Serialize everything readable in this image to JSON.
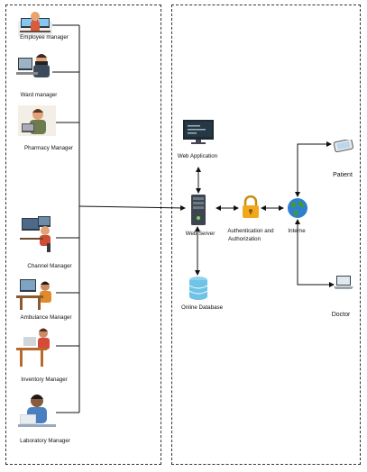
{
  "left_panel": {
    "roles": [
      {
        "label": "Employee manager",
        "icon": "employee-manager-icon"
      },
      {
        "label": "Ward manager",
        "icon": "ward-manager-icon"
      },
      {
        "label": "Pharmacy Manager",
        "icon": "pharmacy-manager-icon"
      },
      {
        "label": "Channel Manager",
        "icon": "channel-manager-icon"
      },
      {
        "label": "Ambulance Manager",
        "icon": "ambulance-manager-icon"
      },
      {
        "label": "Inventory Manager",
        "icon": "inventory-manager-icon"
      },
      {
        "label": "Laboratory Manager",
        "icon": "laboratory-manager-icon"
      }
    ]
  },
  "right_panel": {
    "web_application": "Web Application",
    "web_server": "Web Server",
    "online_database": "Online Database",
    "auth_line1": "Authentication and",
    "auth_line2": "Authorization",
    "internet": "Interne",
    "patient": "Patient",
    "doctor": "Doctor"
  },
  "colors": {
    "line": "#111111",
    "lock": "#f2a81d",
    "globe_green": "#3d9a3a",
    "globe_blue": "#2f7fd0",
    "db": "#6ec3e6"
  }
}
